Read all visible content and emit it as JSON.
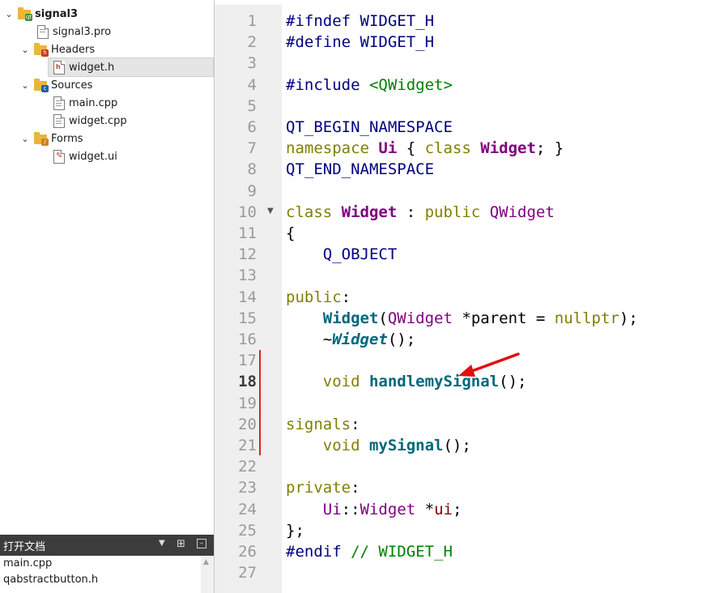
{
  "project_tree": {
    "project_name": "signal3",
    "items": [
      {
        "label": "signal3.pro"
      },
      {
        "label": "Headers"
      },
      {
        "label": "widget.h"
      },
      {
        "label": "Sources"
      },
      {
        "label": "main.cpp"
      },
      {
        "label": "widget.cpp"
      },
      {
        "label": "Forms"
      },
      {
        "label": "widget.ui"
      }
    ]
  },
  "open_documents": {
    "title": "打开文档",
    "items": [
      "main.cpp",
      "qabstractbutton.h"
    ]
  },
  "editor": {
    "current_line": 18,
    "line_numbers": [
      "1",
      "2",
      "3",
      "4",
      "5",
      "6",
      "7",
      "8",
      "9",
      "10",
      "11",
      "12",
      "13",
      "14",
      "15",
      "16",
      "17",
      "18",
      "19",
      "20",
      "21",
      "22",
      "23",
      "24",
      "25",
      "26",
      "27"
    ],
    "lines": [
      [
        {
          "t": "#ifndef WIDGET_H",
          "c": "pp"
        }
      ],
      [
        {
          "t": "#define WIDGET_H",
          "c": "pp"
        }
      ],
      [],
      [
        {
          "t": "#include ",
          "c": "pp"
        },
        {
          "t": "<QWidget>",
          "c": "str"
        }
      ],
      [],
      [
        {
          "t": "QT_BEGIN_NAMESPACE",
          "c": "mac"
        }
      ],
      [
        {
          "t": "namespace ",
          "c": "kw"
        },
        {
          "t": "Ui",
          "c": "ty"
        },
        {
          "t": " { ",
          "c": "var"
        },
        {
          "t": "class ",
          "c": "kw"
        },
        {
          "t": "Widget",
          "c": "ty"
        },
        {
          "t": "; }",
          "c": "var"
        }
      ],
      [
        {
          "t": "QT_END_NAMESPACE",
          "c": "mac"
        }
      ],
      [],
      [
        {
          "t": "class ",
          "c": "kw"
        },
        {
          "t": "Widget",
          "c": "ty"
        },
        {
          "t": " : ",
          "c": "var"
        },
        {
          "t": "public ",
          "c": "kw"
        },
        {
          "t": "QWidget",
          "c": "cls"
        }
      ],
      [
        {
          "t": "{",
          "c": "var"
        }
      ],
      [
        {
          "t": "    ",
          "c": "var"
        },
        {
          "t": "Q_OBJECT",
          "c": "mac"
        }
      ],
      [],
      [
        {
          "t": "public",
          "c": "kw"
        },
        {
          "t": ":",
          "c": "var"
        }
      ],
      [
        {
          "t": "    ",
          "c": "var"
        },
        {
          "t": "Widget",
          "c": "fn"
        },
        {
          "t": "(",
          "c": "var"
        },
        {
          "t": "QWidget",
          "c": "cls"
        },
        {
          "t": " *",
          "c": "var"
        },
        {
          "t": "parent",
          "c": "var"
        },
        {
          "t": " = ",
          "c": "var"
        },
        {
          "t": "nullptr",
          "c": "kw"
        },
        {
          "t": ");",
          "c": "var"
        }
      ],
      [
        {
          "t": "    ~",
          "c": "var"
        },
        {
          "t": "Widget",
          "c": "fni"
        },
        {
          "t": "();",
          "c": "var"
        }
      ],
      [],
      [
        {
          "t": "    ",
          "c": "var"
        },
        {
          "t": "void ",
          "c": "kw"
        },
        {
          "t": "handlemySignal",
          "c": "fn"
        },
        {
          "t": "();",
          "c": "var"
        }
      ],
      [],
      [
        {
          "t": "signals",
          "c": "kw"
        },
        {
          "t": ":",
          "c": "var"
        }
      ],
      [
        {
          "t": "    ",
          "c": "var"
        },
        {
          "t": "void ",
          "c": "kw"
        },
        {
          "t": "mySignal",
          "c": "fn"
        },
        {
          "t": "();",
          "c": "var"
        }
      ],
      [],
      [
        {
          "t": "private",
          "c": "kw"
        },
        {
          "t": ":",
          "c": "var"
        }
      ],
      [
        {
          "t": "    ",
          "c": "var"
        },
        {
          "t": "Ui",
          "c": "cls"
        },
        {
          "t": "::",
          "c": "var"
        },
        {
          "t": "Widget",
          "c": "cls"
        },
        {
          "t": " *",
          "c": "var"
        },
        {
          "t": "ui",
          "c": "fld"
        },
        {
          "t": ";",
          "c": "var"
        }
      ],
      [
        {
          "t": "};",
          "c": "var"
        }
      ],
      [
        {
          "t": "#endif ",
          "c": "pp"
        },
        {
          "t": "// WIDGET_H",
          "c": "cm"
        }
      ],
      []
    ]
  },
  "colors": {
    "accent_arrow": "#e01010",
    "change_marker": "#e02020"
  }
}
